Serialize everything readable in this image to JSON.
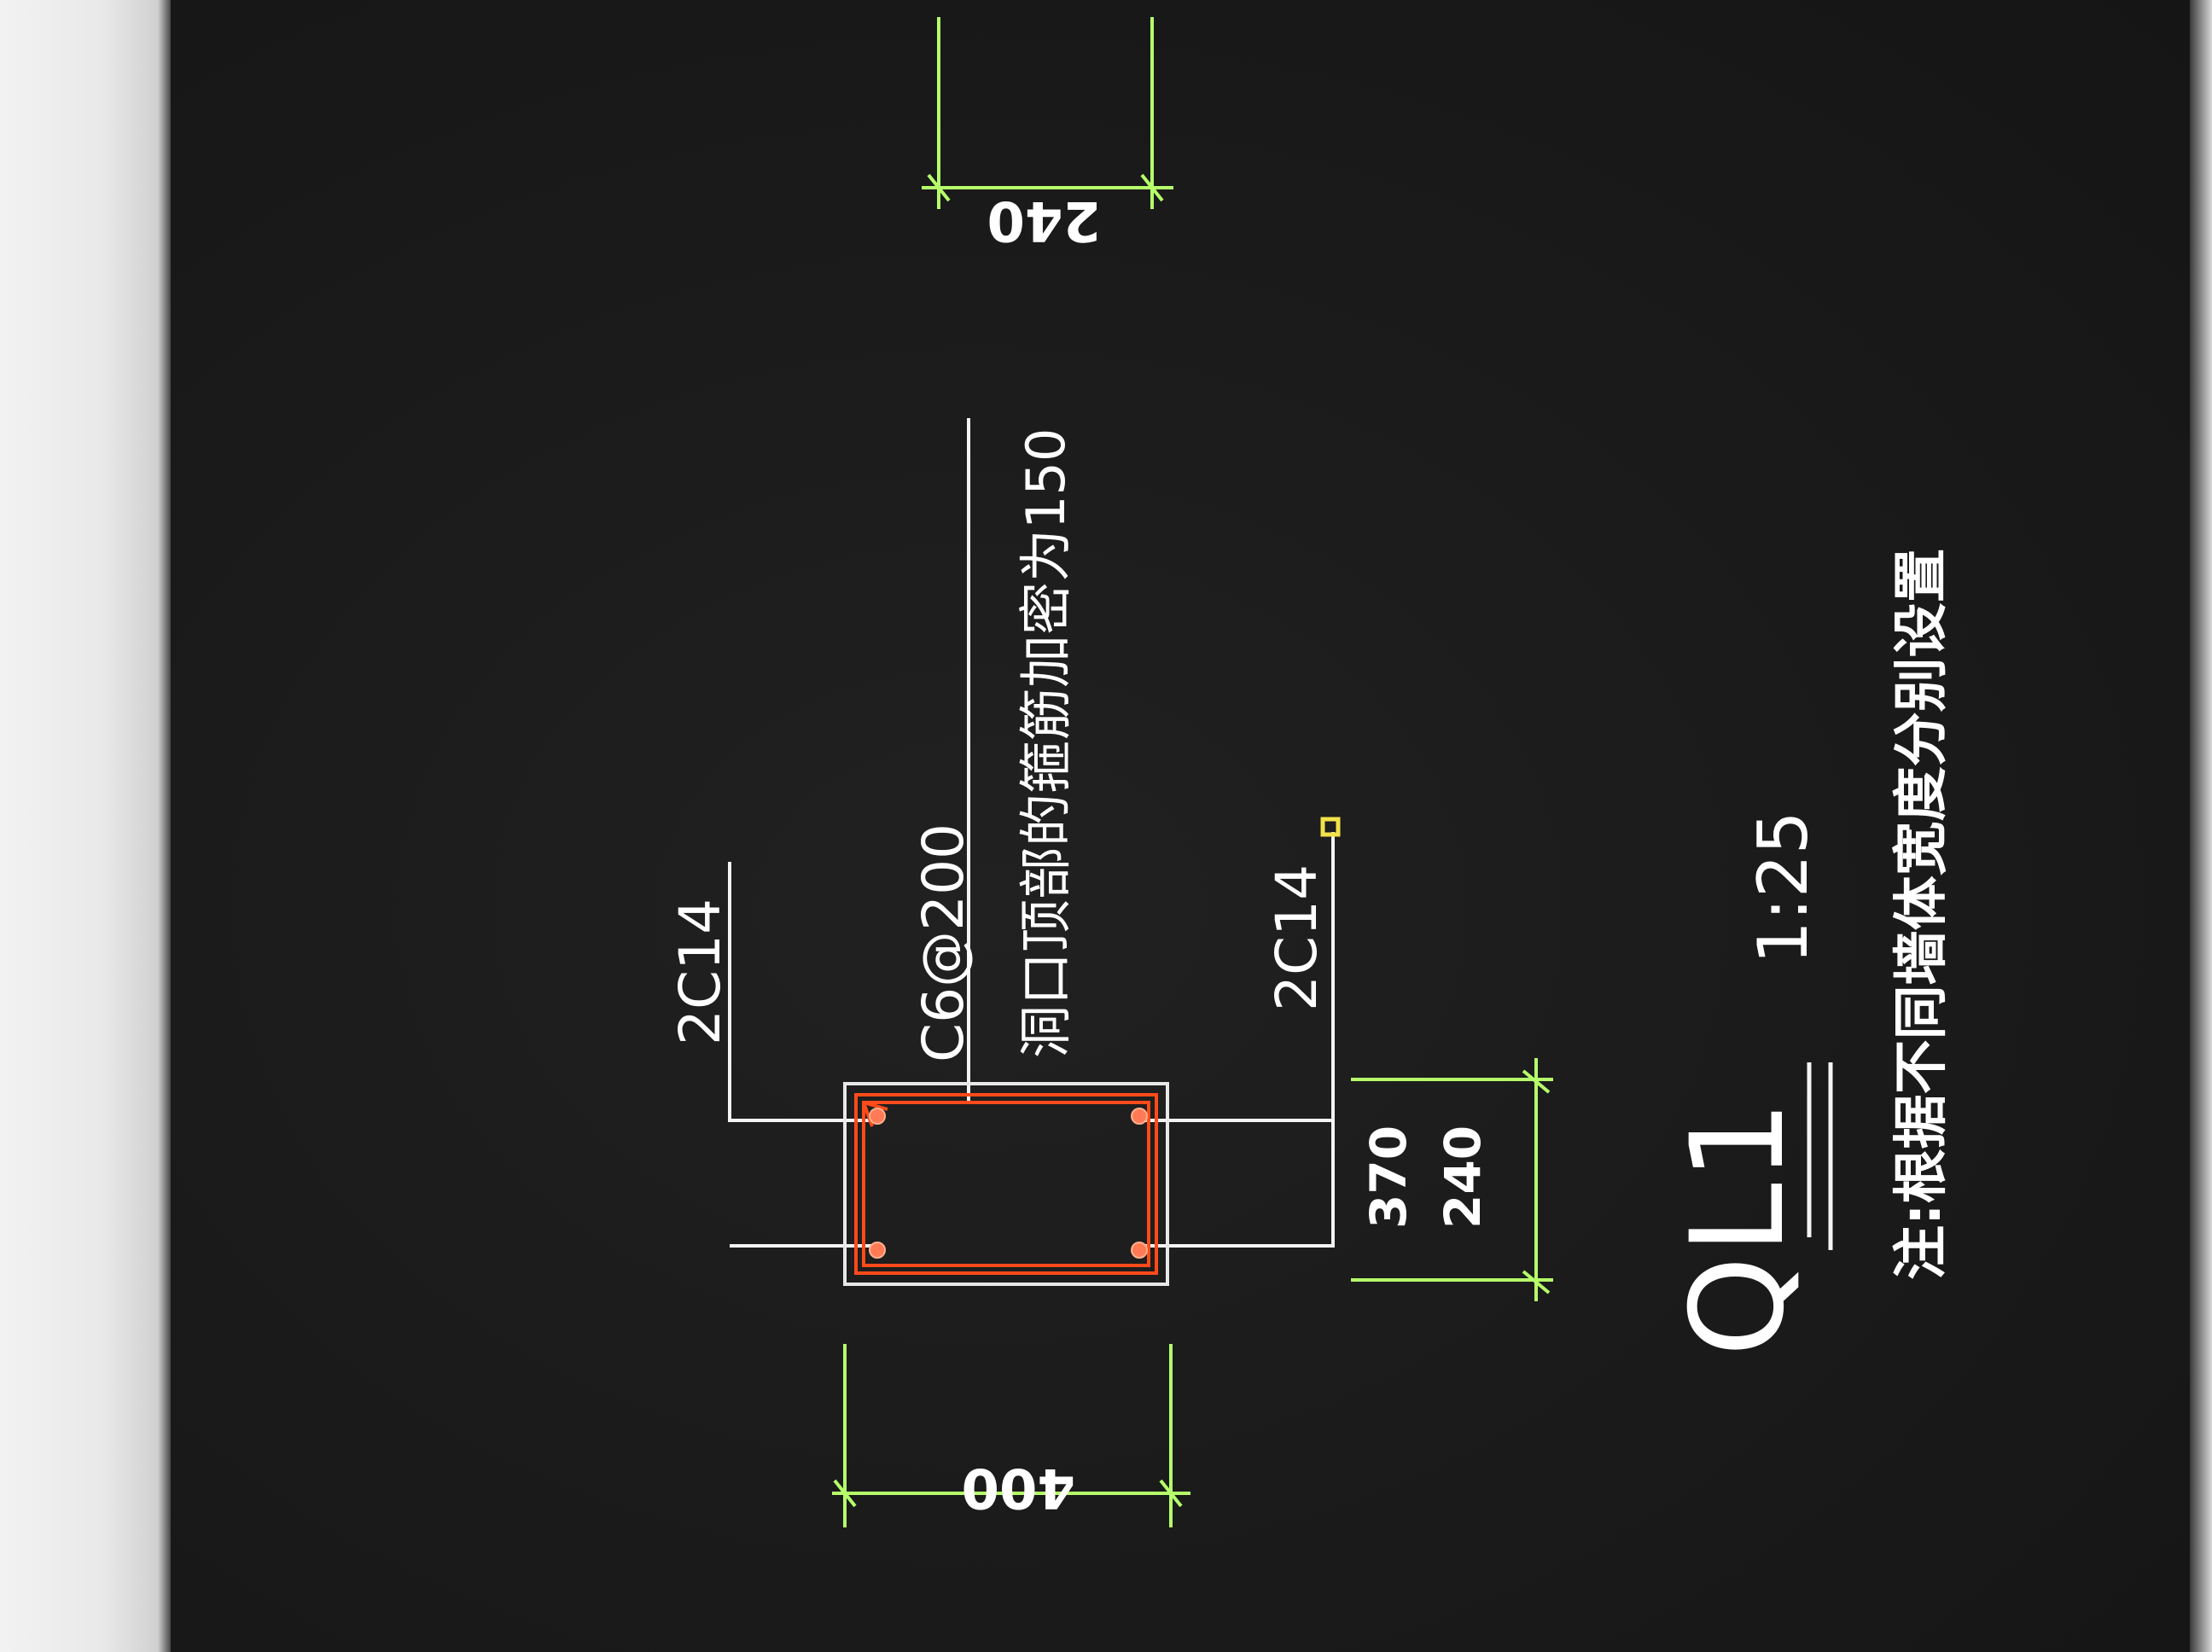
{
  "section": {
    "name": "QL1",
    "scale": "1:25",
    "note": "注:根据不同墙体宽度分别设置"
  },
  "rebar_labels": {
    "top_bars": "2C14",
    "bottom_bars": "2C14",
    "stirrups": "C6@200",
    "stirrup_note": "洞口顶部的箍筋加密为150"
  },
  "dimensions": {
    "height_400": "400",
    "width_370": "370",
    "width_240": "240",
    "wall_240": "240"
  },
  "colors": {
    "background": "#1a1a1a",
    "leader": "#f4f4f4",
    "section_outline": "#e8e8e8",
    "stirrup": "#ff4a1a",
    "rebar_dot": "#ff7a55",
    "dimension": "#b6ff6a",
    "grip_marker": "#f2e24a"
  }
}
